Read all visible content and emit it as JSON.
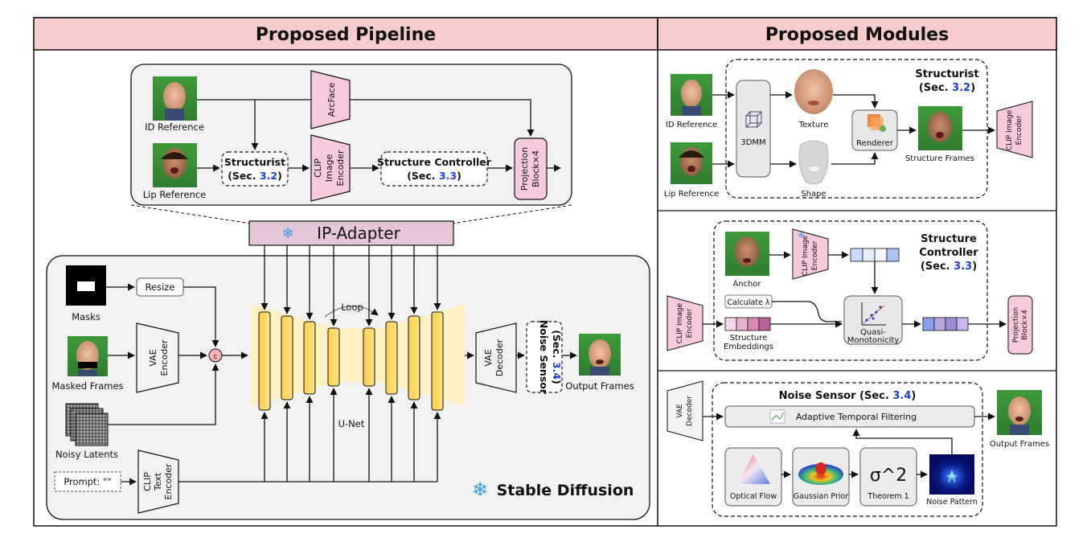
{
  "headers": {
    "left": "Proposed Pipeline",
    "right": "Proposed Modules"
  },
  "pipeline": {
    "id_reference": "ID Reference",
    "lip_reference": "Lip Reference",
    "arcface": "ArcFace",
    "structurist": "Structurist",
    "structurist_sec_prefix": "(Sec. ",
    "structurist_sec_num": "3.2",
    "clip_image_encoder": [
      "CLIP",
      "Image",
      "Encoder"
    ],
    "structure_controller": "Structure Controller",
    "structure_controller_sec_prefix": "(Sec. ",
    "structure_controller_sec_num": "3.3",
    "projection": [
      "Projection",
      "Block×4"
    ],
    "ip_adapter": "IP-Adapter",
    "masks": "Masks",
    "resize": "Resize",
    "masked_frames": "Masked Frames",
    "vae_encoder": [
      "VAE",
      "Encoder"
    ],
    "concat": "c",
    "noisy_latents": "Noisy Latents",
    "prompt": "Prompt: \"\"",
    "clip_text_encoder": [
      "CLIP",
      "Text",
      "Encoder"
    ],
    "loop": "Loop",
    "unet": "U-Net",
    "vae_decoder": [
      "VAE",
      "Decoder"
    ],
    "noise_sensor": "Noise Sensor",
    "noise_sensor_sec_prefix": "(Sec. ",
    "noise_sensor_sec_num": "3.4",
    "output_frames": "Output Frames",
    "stable_diffusion": "Stable Diffusion"
  },
  "structurist_module": {
    "title": "Structurist",
    "sec_prefix": "(Sec. ",
    "sec_num": "3.2",
    "id_reference": "ID Reference",
    "lip_reference": "Lip Reference",
    "three_dmm": "3DMM",
    "texture": "Texture",
    "shape": "Shape",
    "renderer": "Renderer",
    "structure_frames": "Structure Frames",
    "clip_image_encoder": [
      "CLIP Image",
      "Encoder"
    ]
  },
  "controller_module": {
    "title_1": "Structure",
    "title_2": "Controller",
    "sec_prefix": "(Sec. ",
    "sec_num": "3.3",
    "anchor": "Anchor",
    "clip_image_encoder_top": [
      "CLIP Image",
      "Encoder"
    ],
    "clip_image_encoder_left": [
      "CLIP Image",
      "Encoder"
    ],
    "calculate": "Calculate λ",
    "structure_embeddings": [
      "Structure",
      "Embeddings"
    ],
    "quasi_monotonicity": [
      "Quasi-",
      "Monotonicity"
    ],
    "projection": [
      "Projection",
      "Block×4"
    ]
  },
  "noise_module": {
    "title_prefix": "Noise Sensor (Sec. ",
    "sec_num": "3.4",
    "title_suffix": ")",
    "vae_decoder": [
      "VAE",
      "Decoder"
    ],
    "adaptive": "Adaptive Temporal Filtering",
    "optical_flow": "Optical Flow",
    "gaussian_prior": "Gaussian Prior",
    "sigma": "σ^2",
    "theorem": "Theorem 1",
    "noise_pattern": "Noise Pattern",
    "output_frames": "Output Frames"
  },
  "colors": {
    "header_bg": "#f6cccc",
    "pink": "#f6c9dd",
    "unet_bar": "#ffd968",
    "unet_bg": "#fff1c4",
    "panel_bg": "#f2f2f2",
    "sec_blue": "#1f3fd6",
    "green": "#3f8f3a"
  }
}
